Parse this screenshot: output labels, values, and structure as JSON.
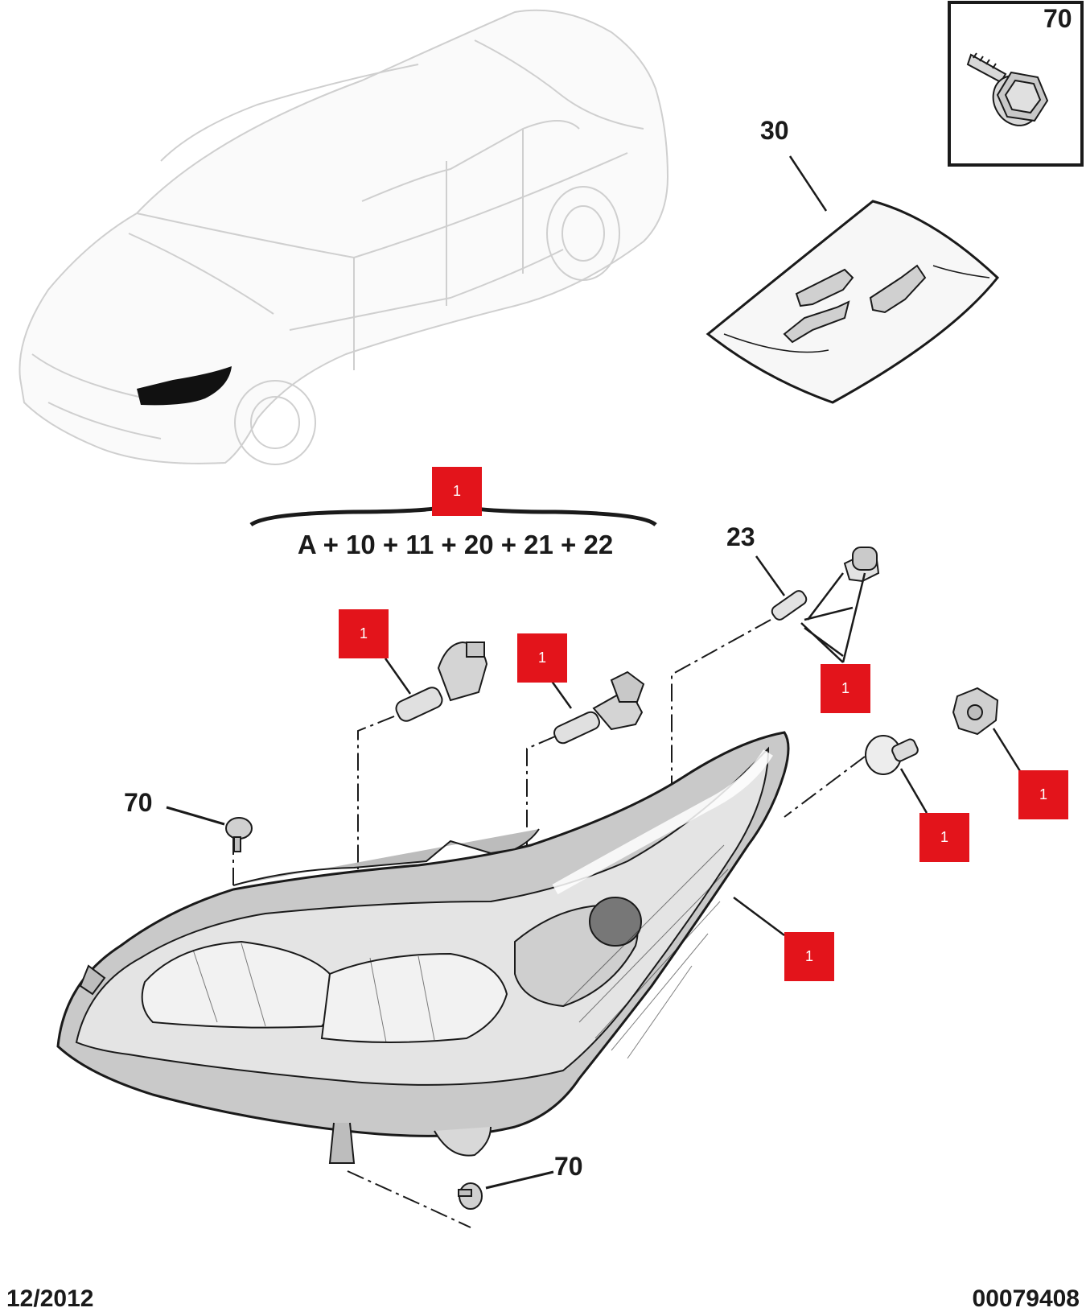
{
  "callouts": {
    "screw_top_box": "70",
    "clip_bag": "30",
    "bulb_23": "23",
    "screw_left": "70",
    "screw_bottom": "70"
  },
  "kit_formula": "A + 10 + 11 + 20 + 21 + 22",
  "badges": [
    "1",
    "1",
    "1",
    "1",
    "1",
    "1",
    "1"
  ],
  "footer": {
    "date": "12/2012",
    "reference": "00079408"
  },
  "colors": {
    "badge": "#e3141b",
    "line": "#1a1a1a",
    "housing_shade": "#bdbdbd"
  }
}
